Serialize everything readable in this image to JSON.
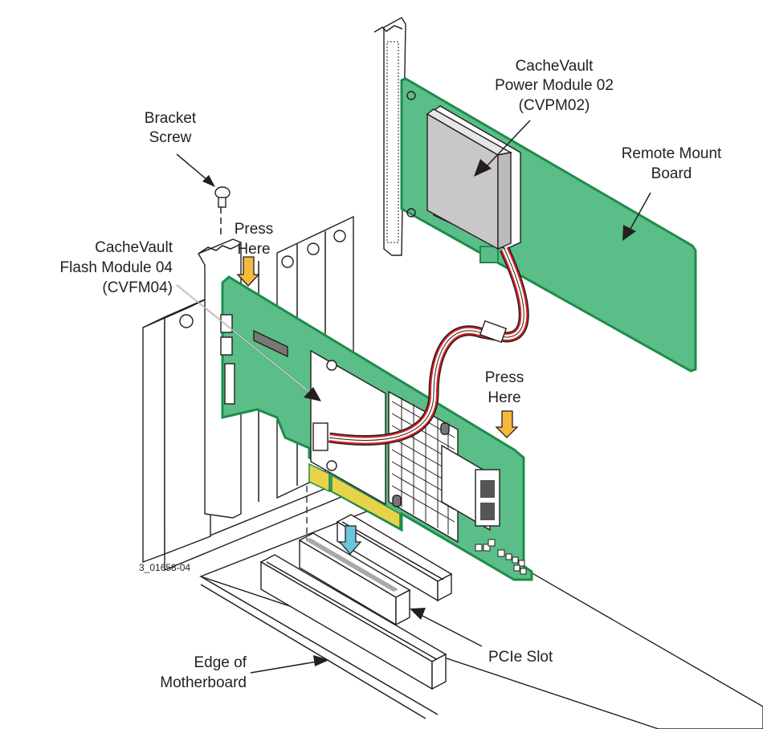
{
  "figure_id": "3_01658-04",
  "labels": {
    "bracket_screw": [
      "Bracket",
      "Screw"
    ],
    "press_here_left": [
      "Press",
      "Here"
    ],
    "press_here_right": [
      "Press",
      "Here"
    ],
    "cvfm": [
      "CacheVault",
      "Flash Module 04",
      "(CVFM04)"
    ],
    "cvpm": [
      "CacheVault",
      "Power Module 02",
      "(CVPM02)"
    ],
    "remote_mount_board": [
      "Remote Mount",
      "Board"
    ],
    "pcie_slot": [
      "PCIe Slot"
    ],
    "edge_of_motherboard": [
      "Edge of",
      "Motherboard"
    ]
  },
  "colors": {
    "pcb_green": "#5bbd87",
    "pcb_edge": "#1e8c4b",
    "press_arrow": "#f6b93b",
    "insert_arrow": "#6cc5dc",
    "power_module": "#c9c7c7",
    "cable_red": "#e0201f",
    "gold_fingers": "#e7d34a"
  }
}
